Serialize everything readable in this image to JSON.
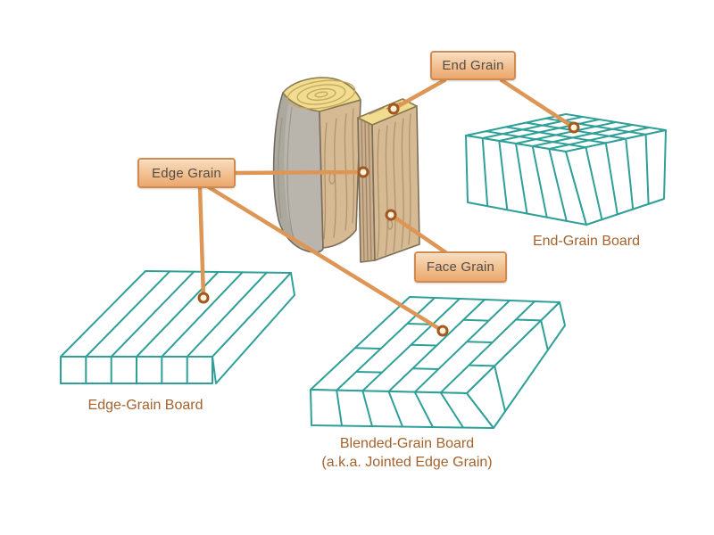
{
  "diagram": {
    "callouts": {
      "end_grain": "End Grain",
      "edge_grain": "Edge Grain",
      "face_grain": "Face Grain"
    },
    "captions": {
      "end_grain_board": "End-Grain Board",
      "edge_grain_board": "Edge-Grain Board",
      "blended_grain_board": "Blended-Grain Board",
      "blended_grain_board_alt": "(a.k.a. Jointed Edge Grain)"
    },
    "colors": {
      "background": "#FFFFFF",
      "callout_line": "#DD9656",
      "callout_box_top": "#F8DDBE",
      "callout_box_bottom": "#ECA76C",
      "callout_border": "#D0894E",
      "callout_text": "#534E48",
      "caption_text": "#A4622E",
      "board_outline": "#2FA098",
      "marker_ring": "#A3561E",
      "marker_fill": "#FCF3DC",
      "log_bark": "#B9B5AD",
      "wood_face": "#D6BA94",
      "wood_edge": "#CBB08D",
      "wood_end": "#F0DD8F",
      "wood_grain": "#B2946F",
      "end_rings": "#C8A85E"
    }
  }
}
